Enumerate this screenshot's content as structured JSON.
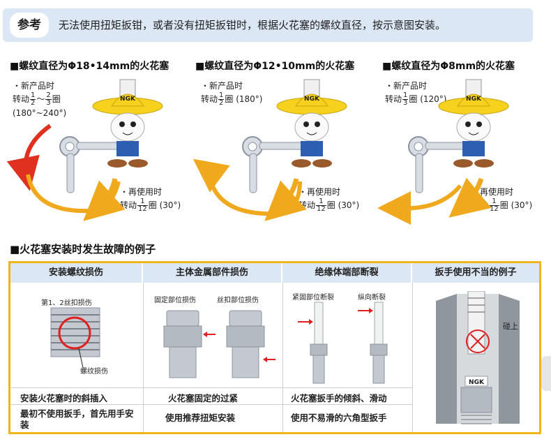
{
  "banner": {
    "label": "参考",
    "text": "无法使用扭矩扳钳，或者没有扭矩扳钳时，根据火花塞的螺纹直径，按示意图安装。"
  },
  "colors": {
    "banner_bg": "#dbe7f4",
    "table_border": "#f0b51c",
    "arrow_yellow": "#f0a81c",
    "arrow_red": "#e03020",
    "hat_yellow": "#f6d21e",
    "marker_red": "#e02020"
  },
  "panels": [
    {
      "title": "■螺纹直径为Φ18•14mm的火花塞",
      "new_label": "・新产品时",
      "new_turn_prefix": "转动",
      "new_frac1_n": "1",
      "new_frac1_d": "2",
      "new_tilde": "～",
      "new_frac2_n": "2",
      "new_frac2_d": "3",
      "new_turn_suffix": "圈",
      "new_angle": "(180°~240°)",
      "reuse_label": "・再使用时",
      "reuse_turn_prefix": "转动",
      "reuse_frac_n": "1",
      "reuse_frac_d": "12",
      "reuse_turn_suffix": "圈 (30°)"
    },
    {
      "title": "■螺纹直径为Φ12•10mm的火花塞",
      "new_label": "・新产品时",
      "new_turn_prefix": "转动",
      "new_frac_n": "1",
      "new_frac_d": "2",
      "new_turn_suffix": "圈 (180°)",
      "reuse_label": "・再使用时",
      "reuse_turn_prefix": "转动",
      "reuse_frac_n": "1",
      "reuse_frac_d": "12",
      "reuse_turn_suffix": "圈 (30°)"
    },
    {
      "title": "■螺纹直径为Φ8mm的火花塞",
      "new_label": "・新产品时",
      "new_turn_prefix": "转动",
      "new_frac_n": "1",
      "new_frac_d": "3",
      "new_turn_suffix": "圈 (120°)",
      "reuse_label": "・再使用时",
      "reuse_turn_prefix": "转动",
      "reuse_frac_n": "1",
      "reuse_frac_d": "12",
      "reuse_turn_suffix": "圈 (30°)"
    }
  ],
  "mascot": {
    "hat_text": "NGK"
  },
  "section2_title": "■火花塞安装时发生故障的例子",
  "table": {
    "headers": [
      "安装螺纹损伤",
      "主体金属部件损伤",
      "绝缘体端部断裂",
      "扳手使用不当的例子"
    ],
    "col1": {
      "label_top": "第1、2丝扣损伤",
      "label_bottom": "螺纹损伤",
      "row1": "安装火花塞时的斜插入",
      "row2": "最初不使用扳手，首先用手安装"
    },
    "col2": {
      "label_left": "固定部位损伤",
      "label_right": "丝扣部位损伤",
      "row1": "火花塞固定的过紧",
      "row2": "使用推荐扭矩安装"
    },
    "col3": {
      "label_left": "紧固部位断裂",
      "label_right": "纵向断裂",
      "row1": "火花塞扳手的倾斜、滑动",
      "row2": "使用不易滑的六角型扳手"
    },
    "col4": {
      "label": "碰上",
      "brand": "NGK"
    }
  }
}
